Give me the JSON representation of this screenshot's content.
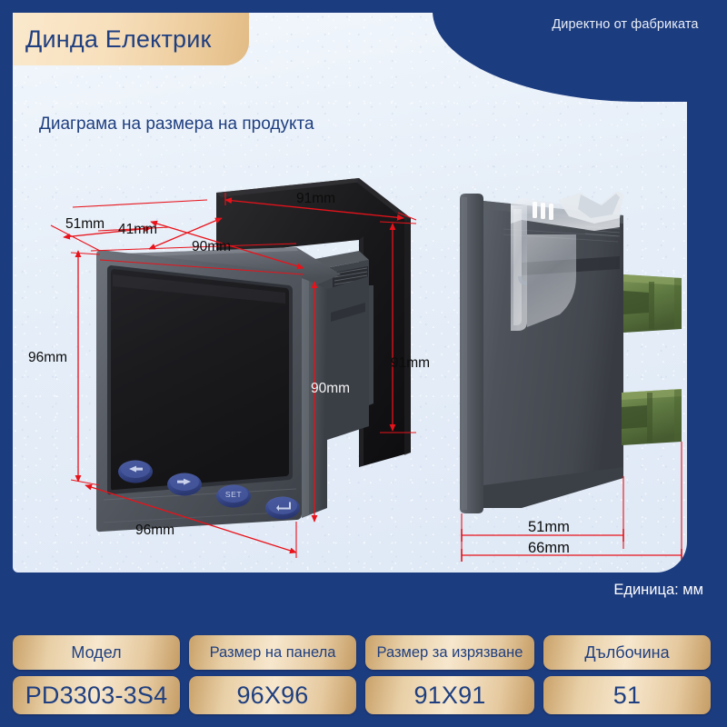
{
  "header": {
    "brand": "Динда Електрик",
    "factory_direct": "Директно от фабриката",
    "section_title": "Диаграма на размера на продукта"
  },
  "unit_note": "Единица: мм",
  "dimensions": {
    "front_depth_51": "51mm",
    "front_depth_41": "41mm",
    "front_top_90": "90mm",
    "front_left_96": "96mm",
    "front_right_90": "90mm",
    "front_bottom_96": "96mm",
    "cutout_top_91": "91mm",
    "cutout_right_91": "91mm",
    "side_depth_51": "51mm",
    "side_depth_66": "66mm"
  },
  "device": {
    "buttons": [
      {
        "name": "left-arrow-button",
        "glyph": "←"
      },
      {
        "name": "right-arrow-button",
        "glyph": "→"
      },
      {
        "name": "set-button",
        "glyph": "SET"
      },
      {
        "name": "enter-button",
        "glyph": "↵"
      }
    ]
  },
  "spec_table": {
    "headers": [
      "Модел",
      "Размер на панела",
      "Размер за изрязване",
      "Дълбочина"
    ],
    "values": [
      "PD3303-3S4",
      "96X96",
      "91X91",
      "51"
    ]
  },
  "colors": {
    "frame_blue": "#1c3c80",
    "panel_bg": "#e6eef8",
    "gold": "#e8cfa6",
    "dimension_red": "#e8121a",
    "terminal_green": "#5f7a42",
    "device_body": "#4a4e55"
  }
}
